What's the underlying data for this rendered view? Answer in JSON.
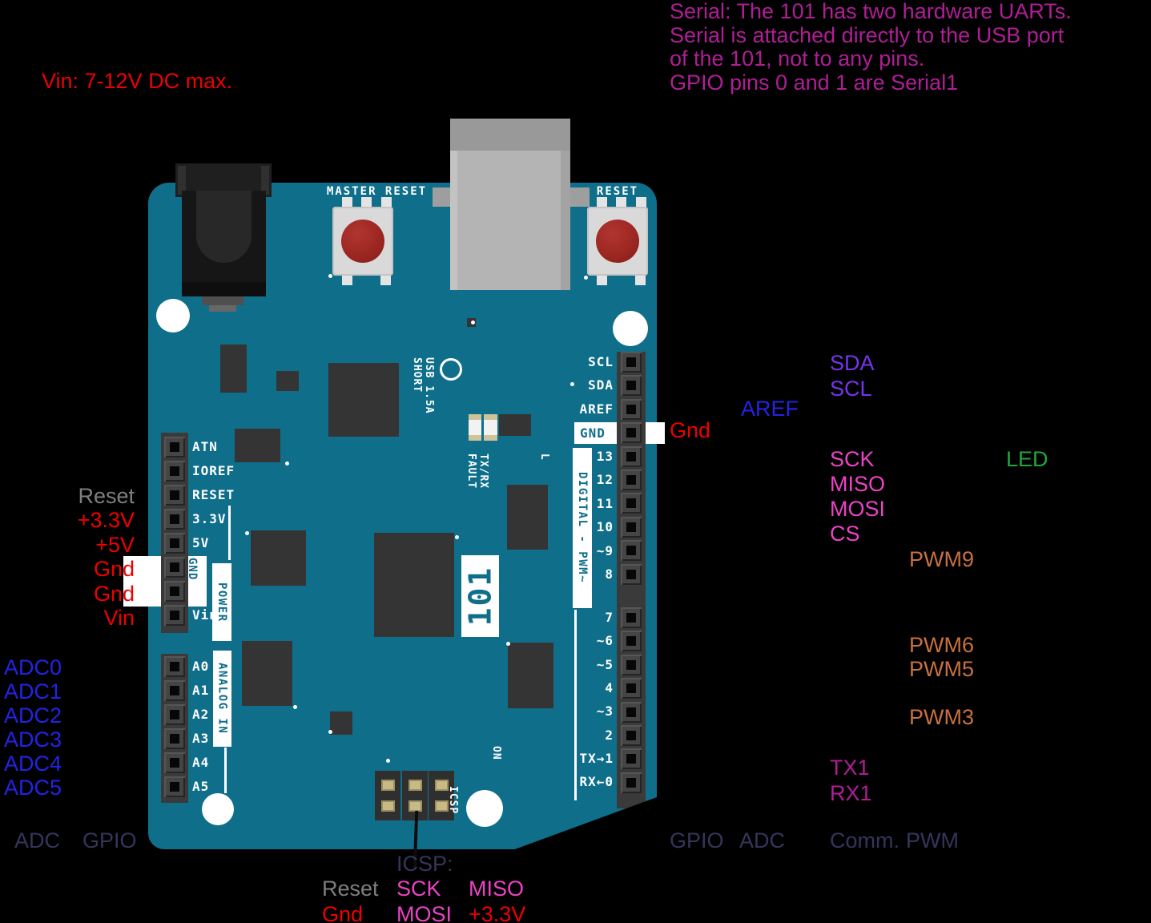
{
  "colors": {
    "background": "#000000",
    "board": "#0f6f8b",
    "red": "#ee0000",
    "blue": "#2323e6",
    "purple": "#7733ee",
    "pink": "#ea43c6",
    "magenta": "#b01e96",
    "orange": "#c87040",
    "green": "#1fa83c",
    "gray": "#7f7f7f",
    "slate": "#35355c"
  },
  "notes": {
    "vin": "Vin: 7-12V DC max.",
    "serial_lines": [
      "Serial: The 101 has two hardware UARTs.",
      "Serial is attached directly to the USB port",
      "of the 101, not to any pins.",
      "GPIO pins 0 and 1 are Serial1"
    ]
  },
  "left": {
    "power": [
      "Reset",
      "+3.3V",
      "+5V",
      "Gnd",
      "Gnd",
      "Vin"
    ],
    "adc": [
      "ADC0",
      "ADC1",
      "ADC2",
      "ADC3",
      "ADC4",
      "ADC5"
    ],
    "categories": [
      "ADC",
      "GPIO"
    ]
  },
  "right": {
    "sda": "SDA",
    "scl": "SCL",
    "aref": "AREF",
    "gnd": "Gnd",
    "spi": [
      "SCK",
      "MISO",
      "MOSI",
      "CS"
    ],
    "led": "LED",
    "pwm9": "PWM9",
    "pwm6": "PWM6",
    "pwm5": "PWM5",
    "pwm3": "PWM3",
    "tx1": "TX1",
    "rx1": "RX1",
    "categories": [
      "GPIO",
      "ADC",
      "Comm.",
      "PWM"
    ]
  },
  "icsp": {
    "title": "ICSP:",
    "row1": [
      "Reset",
      "SCK",
      "MISO"
    ],
    "row2": [
      "Gnd",
      "MOSI",
      "+3.3V"
    ]
  },
  "board": {
    "master_reset": "MASTER RESET",
    "reset": "RESET",
    "usb_note": "USB 1.5A\nSHORT",
    "led_note": "TX/RX\nFAULT",
    "l": "L",
    "on": "ON",
    "icsp": "ICSP",
    "model": "101",
    "power": {
      "title": "POWER",
      "pins": [
        "ATN",
        "IOREF",
        "RESET",
        "3.3V",
        "5V",
        "GND",
        "Vin"
      ]
    },
    "analog": {
      "title": "ANALOG IN",
      "pins": [
        "A0",
        "A1",
        "A2",
        "A3",
        "A4",
        "A5"
      ]
    },
    "digital": {
      "title": "DIGITAL - PWM~",
      "gnd": "GND",
      "top": [
        "SCL",
        "SDA",
        "AREF",
        "13",
        "12",
        "11",
        "10",
        "~9",
        "8"
      ],
      "bottom": [
        "7",
        "~6",
        "~5",
        "4",
        "~3",
        "2",
        "TX→1",
        "RX←0"
      ]
    }
  }
}
